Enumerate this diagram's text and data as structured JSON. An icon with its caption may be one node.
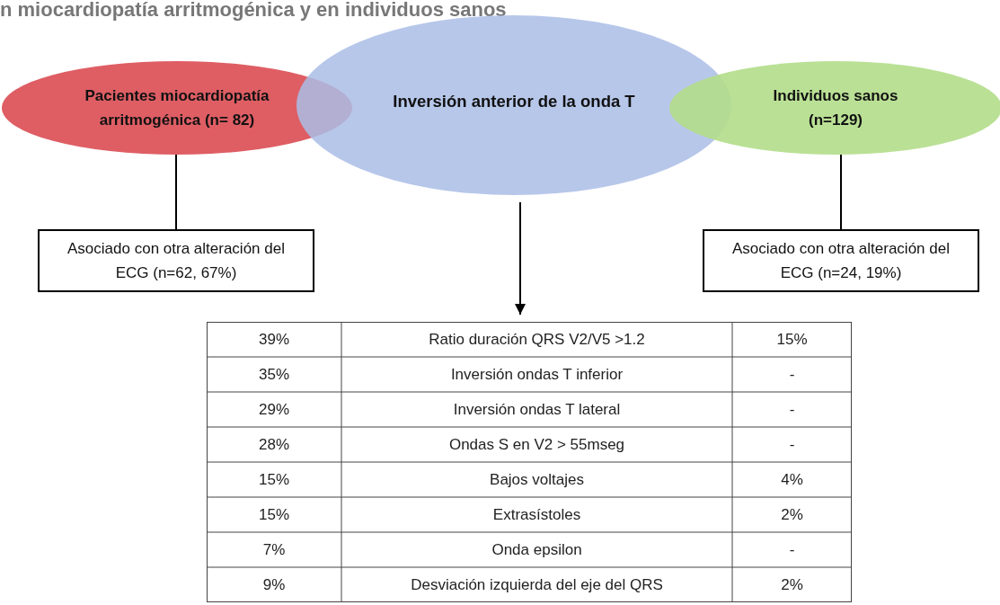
{
  "diagram": {
    "title": "n miocardiopatía arritmogénica y en individuos sanos",
    "nodes": [
      {
        "text": [
          "Pacientes miocardiopatía arritmogénica (n= 82)"
        ]
      },
      {
        "text": [
          "Inversión anterior de la onda T"
        ]
      },
      {
        "text": [
          "Individuos sanos (n=129)"
        ]
      },
      {
        "text": [
          "Asociado con otra alteración del ECG (n=62, 67%)"
        ]
      },
      {
        "text": [
          "Asociado con otra alteración del ECG (n=24, 19%)"
        ]
      },
      {
        "text": [],
        "shape": "box"
      }
    ],
    "edges": [
      {
        "from": 0,
        "to": 3,
        "arrow": "none"
      },
      {
        "from": 2,
        "to": 4,
        "arrow": "none"
      },
      {
        "from": 1,
        "to": 5,
        "arrow": "to"
      }
    ],
    "labels": [
      "39%",
      "Ratio duración QRS V2/V5 >1.2",
      "15%",
      "35%",
      "Inversión ondas T inferior",
      "-",
      "29%",
      "Inversión ondas T lateral",
      "-",
      "28%",
      "Ondas S en V2 > 55mseg",
      "-",
      "15%",
      "Bajos voltajes",
      "4%",
      "15%",
      "Extrasístoles",
      "2%",
      "7%",
      "Onda epsilon",
      "-",
      "9%",
      "Desviación izquierda del eje del QRS",
      "2%"
    ]
  }
}
